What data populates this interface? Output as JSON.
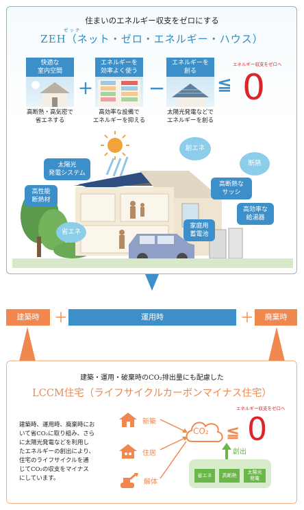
{
  "zeh": {
    "lead": "住まいのエネルギー収支をゼロにする",
    "ruby": "ゼッチ",
    "title": "ZEH（ネット・ゼロ・エネルギー・ハウス）",
    "steps": [
      {
        "header": "快適な\n室内空間",
        "caption": "高断熱・高気密で\n省エネする"
      },
      {
        "header": "エネルギーを\n効率よく使う",
        "caption": "高効率な設備で\nエネルギーを抑える"
      },
      {
        "header": "エネルギーを\n創る",
        "caption": "太陽光発電などで\nエネルギーを創る"
      }
    ],
    "op_plus": "＋",
    "op_minus": "－",
    "op_leq": "≦",
    "zero_note": "エネルギー収支をゼロへ",
    "zero": "0",
    "labels": {
      "solar": "太陽光\n発電システム",
      "insulation": "高性能\n断熱材",
      "sogo_eco": "創エネ",
      "danetsu": "断熱",
      "sash": "高断熱な\nサッシ",
      "water_heater": "高効率な\n給湯器",
      "battery": "家庭用\n蓄電池",
      "shoeco": "省エネ"
    }
  },
  "timeline": {
    "build": "建築時",
    "operate": "運用時",
    "dispose": "廃棄時",
    "plus": "＋"
  },
  "lccm": {
    "lead": "建築・運用・破棄時のCO₂排出量にも配慮した",
    "title": "LCCM住宅（ライフサイクルカーボンマイナス住宅）",
    "body": "建築時、運用時、廃棄時にお\nいて省CO₂に取り組み、さら\nに太陽光発電などを利用し\nたエネルギーの創出により、\n住宅のライフサイクルを通\nじてCO₂の収支をマイナス\nにしています。",
    "stages": [
      "新築",
      "住居",
      "解体"
    ],
    "co2": "CO₂",
    "leq": "≦",
    "zero_note": "エネルギー収支をゼロへ",
    "zero": "0",
    "create": "創出",
    "tags": [
      "省エネ",
      "高断熱",
      "太陽光\n発電"
    ]
  },
  "colors": {
    "blue": "#3d8fc9",
    "orange": "#f0874f",
    "red": "#d8262a",
    "green": "#6bb64a"
  }
}
